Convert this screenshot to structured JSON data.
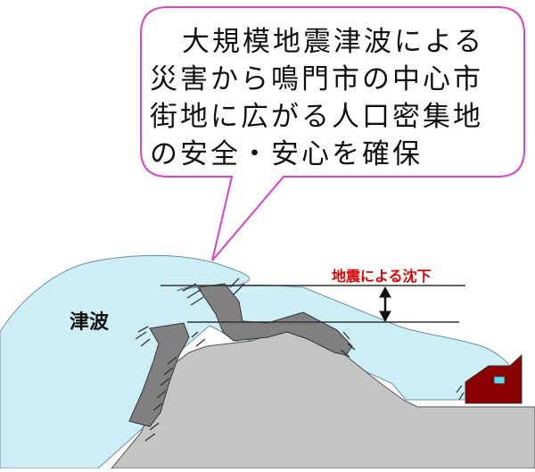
{
  "callout": {
    "lines": [
      "大規模地震津波による",
      "災害から鳴門市の中心市",
      "街地に広がる人口密集地",
      "の安全・安心を確保"
    ]
  },
  "labels": {
    "subsidence": "地震による沈下",
    "tsunami": "津波"
  },
  "colors": {
    "bubble_border": "#e040c8",
    "sea": "#cdeef4",
    "ground": "#c4c4c4",
    "seawall": "#808080",
    "house": "#8b0000",
    "house_window": "#5fdce8",
    "subsidence_text": "#e00000"
  }
}
